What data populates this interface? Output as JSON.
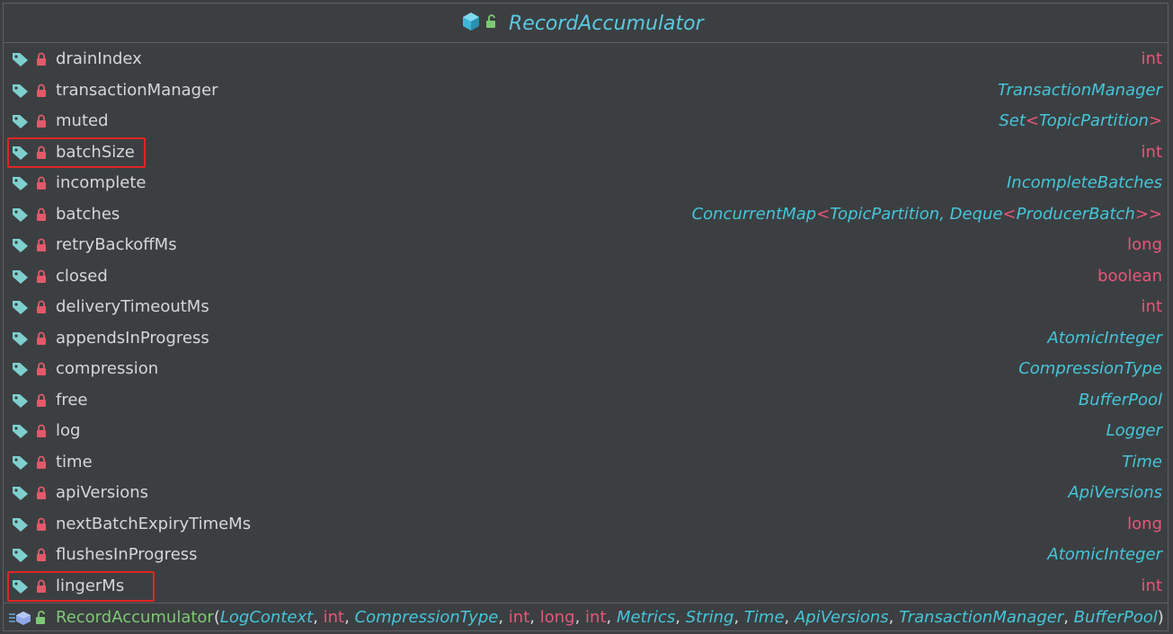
{
  "header": {
    "title": "RecordAccumulator",
    "class_icon": "class-cube-icon",
    "visibility_icon": "unlocked-icon"
  },
  "fields": [
    {
      "name": "drainIndex",
      "type": [
        {
          "t": "int",
          "k": "prim"
        }
      ]
    },
    {
      "name": "transactionManager",
      "type": [
        {
          "t": "TransactionManager",
          "k": "cls"
        }
      ]
    },
    {
      "name": "muted",
      "type": [
        {
          "t": "Set",
          "k": "cls"
        },
        {
          "t": "<",
          "k": "br"
        },
        {
          "t": "TopicPartition",
          "k": "cls"
        },
        {
          "t": ">",
          "k": "br"
        }
      ]
    },
    {
      "name": "batchSize",
      "type": [
        {
          "t": "int",
          "k": "prim"
        }
      ]
    },
    {
      "name": "incomplete",
      "type": [
        {
          "t": "IncompleteBatches",
          "k": "cls"
        }
      ]
    },
    {
      "name": "batches",
      "type": [
        {
          "t": "ConcurrentMap",
          "k": "cls"
        },
        {
          "t": "<",
          "k": "br"
        },
        {
          "t": "TopicPartition",
          "k": "cls"
        },
        {
          "t": ", ",
          "k": "cls"
        },
        {
          "t": "Deque",
          "k": "cls"
        },
        {
          "t": "<",
          "k": "br"
        },
        {
          "t": "ProducerBatch",
          "k": "cls"
        },
        {
          "t": ">>",
          "k": "br"
        }
      ]
    },
    {
      "name": "retryBackoffMs",
      "type": [
        {
          "t": "long",
          "k": "prim"
        }
      ]
    },
    {
      "name": "closed",
      "type": [
        {
          "t": "boolean",
          "k": "prim"
        }
      ]
    },
    {
      "name": "deliveryTimeoutMs",
      "type": [
        {
          "t": "int",
          "k": "prim"
        }
      ]
    },
    {
      "name": "appendsInProgress",
      "type": [
        {
          "t": "AtomicInteger",
          "k": "cls"
        }
      ]
    },
    {
      "name": "compression",
      "type": [
        {
          "t": "CompressionType",
          "k": "cls"
        }
      ]
    },
    {
      "name": "free",
      "type": [
        {
          "t": "BufferPool",
          "k": "cls"
        }
      ]
    },
    {
      "name": "log",
      "type": [
        {
          "t": "Logger",
          "k": "cls"
        }
      ]
    },
    {
      "name": "time",
      "type": [
        {
          "t": "Time",
          "k": "cls"
        }
      ]
    },
    {
      "name": "apiVersions",
      "type": [
        {
          "t": "ApiVersions",
          "k": "cls"
        }
      ]
    },
    {
      "name": "nextBatchExpiryTimeMs",
      "type": [
        {
          "t": "long",
          "k": "prim"
        }
      ]
    },
    {
      "name": "flushesInProgress",
      "type": [
        {
          "t": "AtomicInteger",
          "k": "cls"
        }
      ]
    },
    {
      "name": "lingerMs",
      "type": [
        {
          "t": "int",
          "k": "prim"
        }
      ]
    }
  ],
  "highlighted_fields": [
    "batchSize",
    "lingerMs"
  ],
  "constructor": {
    "name": "RecordAccumulator",
    "open_paren": "(",
    "close_paren": ")",
    "params": [
      {
        "t": "LogContext",
        "k": "cls"
      },
      {
        "t": "int",
        "k": "prim"
      },
      {
        "t": "CompressionType",
        "k": "cls"
      },
      {
        "t": "int",
        "k": "prim"
      },
      {
        "t": "long",
        "k": "prim"
      },
      {
        "t": "int",
        "k": "prim"
      },
      {
        "t": "Metrics",
        "k": "cls"
      },
      {
        "t": "String",
        "k": "cls"
      },
      {
        "t": "Time",
        "k": "cls"
      },
      {
        "t": "ApiVersions",
        "k": "cls"
      },
      {
        "t": "TransactionManager",
        "k": "cls"
      },
      {
        "t": "BufferPool",
        "k": "cls"
      }
    ]
  },
  "colors": {
    "background": "#3c3f41",
    "field_name": "#d6d6d6",
    "primitive": "#e8567a",
    "class_type": "#45c5d9",
    "constructor": "#7ec875",
    "highlight": "#e02525",
    "tag_icon": "#7fcfcf",
    "lock_icon": "#e05a6a"
  }
}
